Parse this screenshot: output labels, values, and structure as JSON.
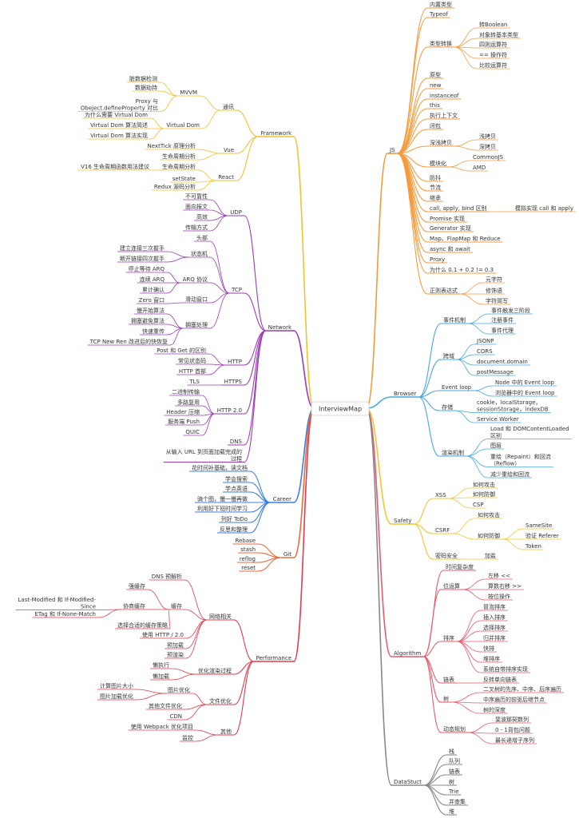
{
  "root": "InterviewMap",
  "colors": {
    "Framework": "#f2c12e",
    "Network": "#9b3bb6",
    "Career": "#3b7fe6",
    "Git": "#e96b3c",
    "Performance": "#e23b4c",
    "JS": "#f59a3c",
    "Browser": "#46a7e3",
    "Safety": "#f4c531",
    "Algorithm": "#e8596a",
    "DataStruct": "#4cc5d2"
  },
  "branches": [
    {
      "label": "Framework",
      "children": [
        {
          "label": "通讯",
          "children": [
            {
              "label": "MVVM",
              "children": [
                {
                  "label": "脏数据检测",
                  "children": []
                },
                {
                  "label": "数据劫持",
                  "children": []
                },
                {
                  "label": "Proxy 与 Obeject.defineProperty 对比",
                  "children": []
                }
              ]
            },
            {
              "label": "Virtual Dom",
              "children": [
                {
                  "label": "为什么需要 Virtual Dom",
                  "children": []
                },
                {
                  "label": "Virtual Dom 算法简述",
                  "children": []
                },
                {
                  "label": "Virtual Dom 算法实现",
                  "children": []
                }
              ]
            }
          ]
        },
        {
          "label": "Vue",
          "children": [
            {
              "label": "NextTick 原理分析",
              "children": []
            },
            {
              "label": "生命周期分析",
              "children": []
            }
          ]
        },
        {
          "label": "React",
          "children": [
            {
              "label": "生命周期分析",
              "children": [
                {
                  "label": "V16 生命周期函数用法建议",
                  "children": []
                }
              ]
            },
            {
              "label": "setState",
              "children": []
            },
            {
              "label": "Redux 源码分析",
              "children": []
            }
          ]
        }
      ]
    },
    {
      "label": "Network",
      "children": [
        {
          "label": "UDP",
          "children": [
            {
              "label": "不可靠性",
              "children": []
            },
            {
              "label": "面向报文",
              "children": []
            },
            {
              "label": "高效",
              "children": []
            },
            {
              "label": "传输方式",
              "children": []
            }
          ]
        },
        {
          "label": "TCP",
          "children": [
            {
              "label": "头部",
              "children": []
            },
            {
              "label": "状态机",
              "children": [
                {
                  "label": "建立连接三次握手",
                  "children": []
                },
                {
                  "label": "断开链接四次握手",
                  "children": []
                }
              ]
            },
            {
              "label": "ARQ 协议",
              "children": [
                {
                  "label": "停止等待 ARQ",
                  "children": []
                },
                {
                  "label": "连续 ARQ",
                  "children": []
                },
                {
                  "label": "累计确认",
                  "children": []
                }
              ]
            },
            {
              "label": "滑动窗口",
              "children": [
                {
                  "label": "Zero 窗口",
                  "children": []
                }
              ]
            },
            {
              "label": "拥塞处理",
              "children": [
                {
                  "label": "慢开始算法",
                  "children": []
                },
                {
                  "label": "拥塞避免算法",
                  "children": []
                },
                {
                  "label": "快速重传",
                  "children": []
                },
                {
                  "label": "TCP New Ren 改进后的快恢复",
                  "children": []
                }
              ]
            }
          ]
        },
        {
          "label": "HTTP",
          "children": [
            {
              "label": "Post 和 Get 的区别",
              "children": []
            },
            {
              "label": "常见状态码",
              "children": []
            },
            {
              "label": "HTTP 首部",
              "children": []
            }
          ]
        },
        {
          "label": "HTTPS",
          "children": [
            {
              "label": "TLS",
              "children": []
            }
          ]
        },
        {
          "label": "HTTP 2.0",
          "children": [
            {
              "label": "二进制传输",
              "children": []
            },
            {
              "label": "多路复用",
              "children": []
            },
            {
              "label": "Header 压缩",
              "children": []
            },
            {
              "label": "服务端 Push",
              "children": []
            },
            {
              "label": "QUIC",
              "children": []
            }
          ]
        },
        {
          "label": "DNS",
          "children": []
        },
        {
          "label": "从输入 URL 到页面加载完成的过程",
          "children": []
        }
      ]
    },
    {
      "label": "Career",
      "children": [
        {
          "label": "花时间补基础，读文档",
          "children": []
        },
        {
          "label": "学会搜索",
          "children": []
        },
        {
          "label": "学点英语",
          "children": []
        },
        {
          "label": "骑个图，慢一慢再做",
          "children": []
        },
        {
          "label": "利用好下班时间学习",
          "children": []
        },
        {
          "label": "列好 ToDo",
          "children": []
        },
        {
          "label": "反思和整理",
          "children": []
        }
      ]
    },
    {
      "label": "Git",
      "children": [
        {
          "label": "Rebase",
          "children": []
        },
        {
          "label": "stash",
          "children": []
        },
        {
          "label": "reflog",
          "children": []
        },
        {
          "label": "reset",
          "children": []
        }
      ]
    },
    {
      "label": "Performance",
      "children": [
        {
          "label": "网络相关",
          "children": [
            {
              "label": "DNS 预解析",
              "children": []
            },
            {
              "label": "缓存",
              "children": [
                {
                  "label": "强缓存",
                  "children": []
                },
                {
                  "label": "协商缓存",
                  "children": [
                    {
                      "label": "Last-Modified 和 If-Modified-Since",
                      "children": []
                    },
                    {
                      "label": "ETag 和 If-None-Match",
                      "children": []
                    }
                  ]
                },
                {
                  "label": "选择合适的缓存策略",
                  "children": []
                }
              ]
            },
            {
              "label": "使用 HTTP / 2.0",
              "children": []
            },
            {
              "label": "预加载",
              "children": []
            },
            {
              "label": "预渲染",
              "children": []
            }
          ]
        },
        {
          "label": "优化渲染过程",
          "children": [
            {
              "label": "懒执行",
              "children": []
            },
            {
              "label": "懒加载",
              "children": []
            }
          ]
        },
        {
          "label": "文件优化",
          "children": [
            {
              "label": "图片优化",
              "children": [
                {
                  "label": "计算图片大小",
                  "children": []
                },
                {
                  "label": "图片加载优化",
                  "children": []
                }
              ]
            },
            {
              "label": "其他文件优化",
              "children": []
            },
            {
              "label": "CDN",
              "children": []
            }
          ]
        },
        {
          "label": "其他",
          "children": [
            {
              "label": "使用 Webpack 优化项目",
              "children": []
            },
            {
              "label": "监控",
              "children": []
            }
          ]
        }
      ]
    },
    {
      "label": "JS",
      "children": [
        {
          "label": "内置类型",
          "children": []
        },
        {
          "label": "Typeof",
          "children": []
        },
        {
          "label": "类型转换",
          "children": [
            {
              "label": "转Boolean",
              "children": []
            },
            {
              "label": "对象转基本类型",
              "children": []
            },
            {
              "label": "四则运算符",
              "children": []
            },
            {
              "label": "== 操作符",
              "children": []
            },
            {
              "label": "比较运算符",
              "children": []
            }
          ]
        },
        {
          "label": "原型",
          "children": []
        },
        {
          "label": "new",
          "children": []
        },
        {
          "label": "instanceof",
          "children": []
        },
        {
          "label": "this",
          "children": []
        },
        {
          "label": "执行上下文",
          "children": []
        },
        {
          "label": "闭包",
          "children": []
        },
        {
          "label": "深浅拷贝",
          "children": [
            {
              "label": "浅拷贝",
              "children": []
            },
            {
              "label": "深拷贝",
              "children": []
            }
          ]
        },
        {
          "label": "模块化",
          "children": [
            {
              "label": "CommonJS",
              "children": []
            },
            {
              "label": "AMD",
              "children": []
            }
          ]
        },
        {
          "label": "防抖",
          "children": []
        },
        {
          "label": "节流",
          "children": []
        },
        {
          "label": "继承",
          "children": []
        },
        {
          "label": "call, apply, bind 区别",
          "children": [
            {
              "label": "模拟实现 call 和 apply",
              "children": []
            }
          ]
        },
        {
          "label": "Promise 实现",
          "children": []
        },
        {
          "label": "Generator 实现",
          "children": []
        },
        {
          "label": "Map、FlapMap 和 Reduce",
          "children": []
        },
        {
          "label": "async 和 await",
          "children": []
        },
        {
          "label": "Proxy",
          "children": []
        },
        {
          "label": "为什么 0.1 + 0.2 != 0.3",
          "children": []
        },
        {
          "label": "正则表达式",
          "children": [
            {
              "label": "元字符",
              "children": []
            },
            {
              "label": "修饰语",
              "children": []
            },
            {
              "label": "字符简写",
              "children": []
            }
          ]
        }
      ]
    },
    {
      "label": "Browser",
      "children": [
        {
          "label": "事件机制",
          "children": [
            {
              "label": "事件触发三阶段",
              "children": []
            },
            {
              "label": "注册事件",
              "children": []
            },
            {
              "label": "事件代理",
              "children": []
            }
          ]
        },
        {
          "label": "跨域",
          "children": [
            {
              "label": "JSONP",
              "children": []
            },
            {
              "label": "CORS",
              "children": []
            },
            {
              "label": "document.domain",
              "children": []
            },
            {
              "label": "postMessage",
              "children": []
            }
          ]
        },
        {
          "label": "Event loop",
          "children": [
            {
              "label": "Node 中的 Event loop",
              "children": []
            },
            {
              "label": "浏览器中的 Event loop",
              "children": []
            }
          ]
        },
        {
          "label": "存储",
          "children": [
            {
              "label": "cookie，localStorage，sessionStorage，indexDB",
              "children": []
            },
            {
              "label": "Service Worker",
              "children": []
            }
          ]
        },
        {
          "label": "渲染机制",
          "children": [
            {
              "label": "Load 和 DOMContentLoaded 区别",
              "children": []
            },
            {
              "label": "图层",
              "children": []
            },
            {
              "label": "重绘（Repaint）和回流（Reflow）",
              "children": []
            },
            {
              "label": "减少重绘和回流",
              "children": []
            }
          ]
        }
      ]
    },
    {
      "label": "Safety",
      "children": [
        {
          "label": "XSS",
          "children": [
            {
              "label": "如何攻击",
              "children": []
            },
            {
              "label": "如何防御",
              "children": []
            },
            {
              "label": "CSP",
              "children": []
            }
          ]
        },
        {
          "label": "CSRF",
          "children": [
            {
              "label": "如何攻击",
              "children": []
            },
            {
              "label": "如何防御",
              "children": [
                {
                  "label": "SameSite",
                  "children": []
                },
                {
                  "label": "验证 Referer",
                  "children": []
                },
                {
                  "label": "Token",
                  "children": []
                }
              ]
            }
          ]
        },
        {
          "label": "密码安全",
          "children": [
            {
              "label": "加盐",
              "children": []
            }
          ]
        }
      ]
    },
    {
      "label": "Algorithm",
      "children": [
        {
          "label": "时间复杂度",
          "children": []
        },
        {
          "label": "位运算",
          "children": [
            {
              "label": "左移 <<",
              "children": []
            },
            {
              "label": "算数右移 >>",
              "children": []
            },
            {
              "label": "按位操作",
              "children": []
            }
          ]
        },
        {
          "label": "排序",
          "children": [
            {
              "label": "冒泡排序",
              "children": []
            },
            {
              "label": "插入排序",
              "children": []
            },
            {
              "label": "选择排序",
              "children": []
            },
            {
              "label": "归并排序",
              "children": []
            },
            {
              "label": "快排",
              "children": []
            },
            {
              "label": "堆排序",
              "children": []
            },
            {
              "label": "系统自带排序实现",
              "children": []
            }
          ]
        },
        {
          "label": "链表",
          "children": [
            {
              "label": "反转单向链表",
              "children": []
            }
          ]
        },
        {
          "label": "树",
          "children": [
            {
              "label": "二叉树的先序、中序、后序遍历",
              "children": []
            },
            {
              "label": "中序遍历的前驱后继节点",
              "children": []
            },
            {
              "label": "树的深度",
              "children": []
            }
          ]
        },
        {
          "label": "动态规划",
          "children": [
            {
              "label": "斐波那契数列",
              "children": []
            },
            {
              "label": "0 - 1背包问题",
              "children": []
            },
            {
              "label": "最长递增子序列",
              "children": []
            }
          ]
        }
      ]
    },
    {
      "label": "DataStuct",
      "children": [
        {
          "label": "栈",
          "children": []
        },
        {
          "label": "队列",
          "children": []
        },
        {
          "label": "链表",
          "children": []
        },
        {
          "label": "树",
          "children": []
        },
        {
          "label": "Trie",
          "children": []
        },
        {
          "label": "并查集",
          "children": []
        },
        {
          "label": "堆",
          "children": []
        }
      ]
    }
  ]
}
